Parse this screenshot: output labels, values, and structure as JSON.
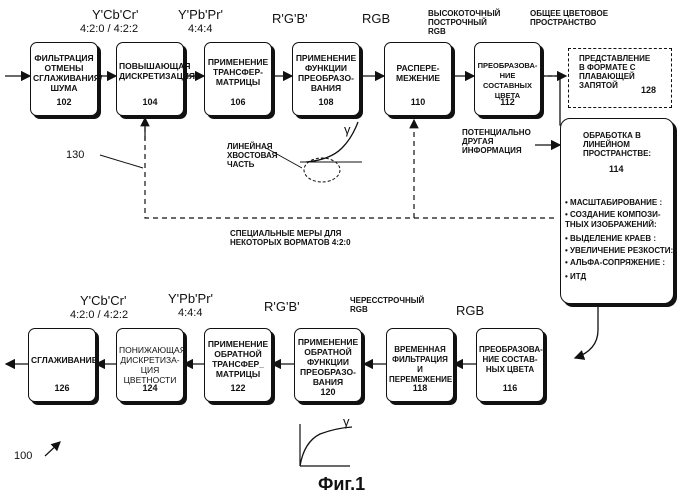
{
  "top_labels": {
    "ycbcr": "Y'Cb'Cr'",
    "ycbcr_fmt": "4:2:0 / 4:2:2",
    "ypbpr": "Y'Pb'Pr'",
    "ypbpr_fmt": "4:4:4",
    "rgb_prime": "R'G'B'",
    "rgb": "RGB",
    "hq_progressive": "ВЫСОКОТОЧНЫЙ\nПОСТРОЧНЫЙ\nRGB",
    "common_space": "ОБЩЕЕ ЦВЕТОВОЕ\nПРОСТРАНСТВО"
  },
  "top_boxes": [
    {
      "text": "ФИЛЬТРАЦИЯ\nОТМЕНЫ\nСГЛАЖИВАНИЯ/\nШУМА",
      "num": "102"
    },
    {
      "text": "ПОВЫШАЮЩАЯ\nДИСКРЕТИЗАЦИЯ",
      "num": "104"
    },
    {
      "text": "ПРИМЕНЕНИЕ\nТРАНСФЕР-\nМАТРИЦЫ",
      "num": "106"
    },
    {
      "text": "ПРИМЕНЕНИЕ\nФУНКЦИИ\nПРЕОБРАЗО-\nВАНИЯ",
      "num": "108"
    },
    {
      "text": "РАСПЕРЕ-\nМЕЖЕНИЕ",
      "num": "110"
    },
    {
      "text": "ПРЕОБРАЗОВА-\nНИЕ СОСТАВНЫХ\nЦВЕТА",
      "num": "112"
    }
  ],
  "float_box": {
    "text": "ПРЕДСТАВЛЕНИЕ\nВ ФОРМАТЕ С\nПЛАВАЮЩЕЙ\nЗАПЯТОЙ",
    "num": "128"
  },
  "linear_tail": "ЛИНЕЙНАЯ\nХВОСТОВАЯ\nЧАСТЬ",
  "gamma": "γ",
  "ref_130": "130",
  "special_measures": "СПЕЦИАЛЬНЫЕ МЕРЫ ДЛЯ\nНЕКОТОРЫХ ВОРМАТОВ 4:2:0",
  "other_info": "ПОТЕНЦИАЛЬНО\nДРУГАЯ\nИНФОРМАЦИЯ",
  "processing_box": {
    "title": "ОБРАБОТКА В\nЛИНЕЙНОМ\nПРОСТРАНСТВЕ:",
    "num": "114",
    "items": [
      "МАСШТАБИРОВАНИЕ :",
      "СОЗДАНИЕ КОМПОЗИ-\nТНЫХ    ИЗОБРАЖЕНИЙ:",
      "ВЫДЕЛЕНИЕ КРАЕВ :",
      "УВЕЛИЧЕНИЕ РЕЗКОСТИ:",
      "АЛЬФА-СОПРЯЖЕНИЕ :",
      "ИТД"
    ]
  },
  "bottom_labels": {
    "ycbcr": "Y'Cb'Cr'",
    "ycbcr_fmt": "4:2:0 / 4:2:2",
    "ypbpr": "Y'Pb'Pr'",
    "ypbpr_fmt": "4:4:4",
    "rgb_prime": "R'G'B'",
    "interlaced": "ЧЕРЕССТРОЧНЫЙ\nRGB",
    "rgb": "RGB"
  },
  "bottom_boxes": [
    {
      "text": "СГЛАЖИВАНИЕ",
      "num": "126"
    },
    {
      "text": "ПОНИЖАЮЩАЯ\nДИСКРЕТИЗА-\nЦИЯ ЦВЕТНОСТИ",
      "num": "124"
    },
    {
      "text": "ПРИМЕНЕНИЕ\nОБРАТНОЙ\nТРАНСФЕР_\nМАТРИЦЫ",
      "num": "122"
    },
    {
      "text": "ПРИМЕНЕНИЕ\nОБРАТНОЙ\nФУНКЦИИ\nПРЕОБРАЗО-\nВАНИЯ",
      "num": "120"
    },
    {
      "text": "ВРЕМЕННАЯ\nФИЛЬТРАЦИЯ\nИ ПЕРЕМЕЖЕНИЕ",
      "num": "118"
    },
    {
      "text": "ПРЕОБРАЗОВА-\nНИЕ СОСТАВ-\nНЫХ ЦВЕТА",
      "num": "116"
    }
  ],
  "figure_ref": "100",
  "caption": "Фиг.1"
}
